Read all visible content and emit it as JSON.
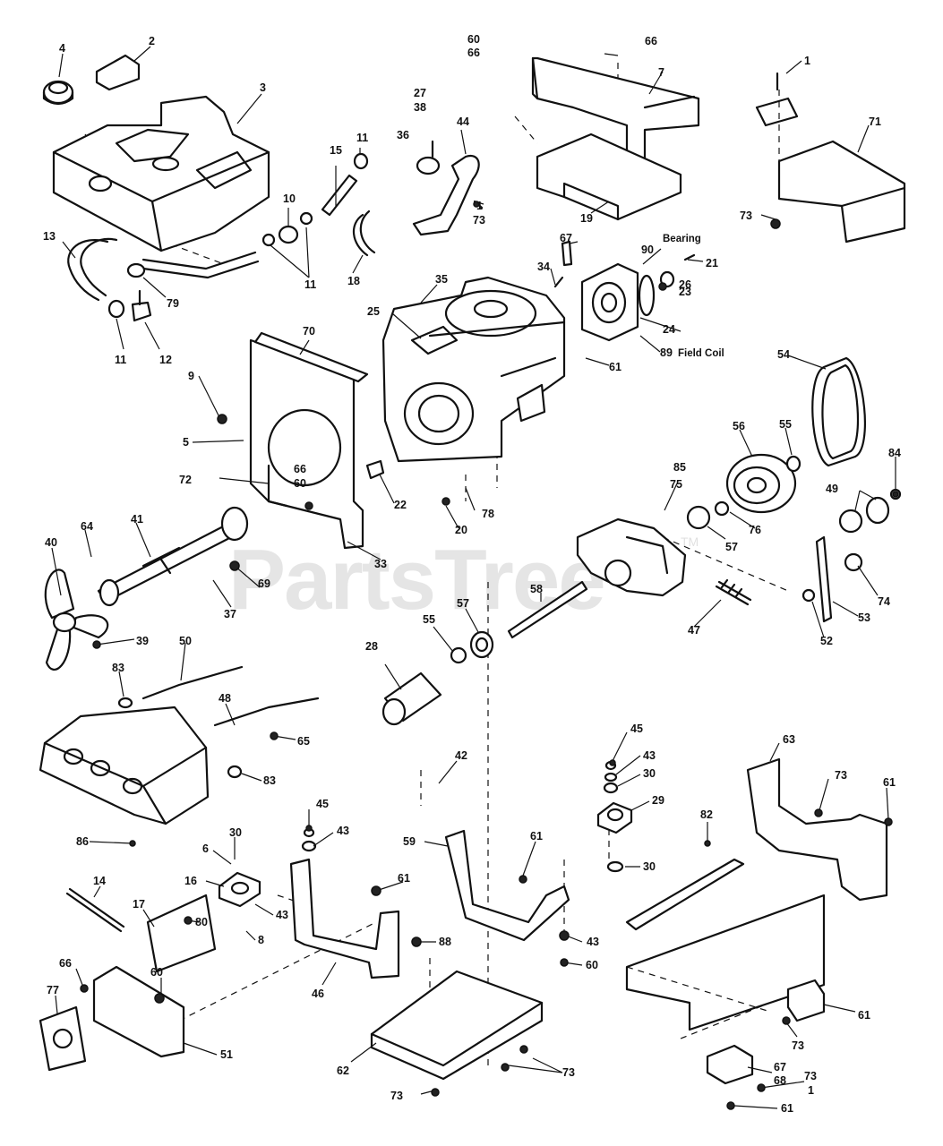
{
  "watermark": {
    "brand": "PartsTree",
    "trademark": "TM"
  },
  "notes": {
    "bearing": "Bearing",
    "field_coil": "Field Coil"
  },
  "callouts": [
    {
      "text": "4"
    },
    {
      "text": "2"
    },
    {
      "text": "3"
    },
    {
      "text": "13"
    },
    {
      "text": "79"
    },
    {
      "text": "11"
    },
    {
      "text": "12"
    },
    {
      "text": "10"
    },
    {
      "text": "11"
    },
    {
      "text": "15"
    },
    {
      "text": "11"
    },
    {
      "text": "18"
    },
    {
      "text": "36"
    },
    {
      "text": "27"
    },
    {
      "text": "38"
    },
    {
      "text": "44"
    },
    {
      "text": "1"
    },
    {
      "text": "73"
    },
    {
      "text": "60"
    },
    {
      "text": "66"
    },
    {
      "text": "66"
    },
    {
      "text": "7"
    },
    {
      "text": "19"
    },
    {
      "text": "1"
    },
    {
      "text": "71"
    },
    {
      "text": "73"
    },
    {
      "text": "67"
    },
    {
      "text": "90"
    },
    {
      "text": "21"
    },
    {
      "text": "34"
    },
    {
      "text": "23"
    },
    {
      "text": "26"
    },
    {
      "text": "24"
    },
    {
      "text": "89"
    },
    {
      "text": "35"
    },
    {
      "text": "25"
    },
    {
      "text": "61"
    },
    {
      "text": "70"
    },
    {
      "text": "9"
    },
    {
      "text": "5"
    },
    {
      "text": "72"
    },
    {
      "text": "66"
    },
    {
      "text": "60"
    },
    {
      "text": "22"
    },
    {
      "text": "78"
    },
    {
      "text": "20"
    },
    {
      "text": "33"
    },
    {
      "text": "54"
    },
    {
      "text": "56"
    },
    {
      "text": "55"
    },
    {
      "text": "84"
    },
    {
      "text": "75"
    },
    {
      "text": "85"
    },
    {
      "text": "76"
    },
    {
      "text": "57"
    },
    {
      "text": "49"
    },
    {
      "text": "74"
    },
    {
      "text": "53"
    },
    {
      "text": "52"
    },
    {
      "text": "47"
    },
    {
      "text": "58"
    },
    {
      "text": "57"
    },
    {
      "text": "55"
    },
    {
      "text": "28"
    },
    {
      "text": "64"
    },
    {
      "text": "41"
    },
    {
      "text": "40"
    },
    {
      "text": "37"
    },
    {
      "text": "69"
    },
    {
      "text": "39"
    },
    {
      "text": "50"
    },
    {
      "text": "83"
    },
    {
      "text": "48"
    },
    {
      "text": "65"
    },
    {
      "text": "83"
    },
    {
      "text": "86"
    },
    {
      "text": "42"
    },
    {
      "text": "45"
    },
    {
      "text": "43"
    },
    {
      "text": "30"
    },
    {
      "text": "29"
    },
    {
      "text": "30"
    },
    {
      "text": "63"
    },
    {
      "text": "73"
    },
    {
      "text": "61"
    },
    {
      "text": "82"
    },
    {
      "text": "45"
    },
    {
      "text": "43"
    },
    {
      "text": "6"
    },
    {
      "text": "30"
    },
    {
      "text": "16"
    },
    {
      "text": "43"
    },
    {
      "text": "8"
    },
    {
      "text": "59"
    },
    {
      "text": "61"
    },
    {
      "text": "61"
    },
    {
      "text": "14"
    },
    {
      "text": "17"
    },
    {
      "text": "80"
    },
    {
      "text": "88"
    },
    {
      "text": "43"
    },
    {
      "text": "60"
    },
    {
      "text": "66"
    },
    {
      "text": "60"
    },
    {
      "text": "77"
    },
    {
      "text": "46"
    },
    {
      "text": "51"
    },
    {
      "text": "62"
    },
    {
      "text": "73"
    },
    {
      "text": "73"
    },
    {
      "text": "61"
    },
    {
      "text": "73"
    },
    {
      "text": "67"
    },
    {
      "text": "68"
    },
    {
      "text": "73"
    },
    {
      "text": "1"
    },
    {
      "text": "61"
    }
  ]
}
